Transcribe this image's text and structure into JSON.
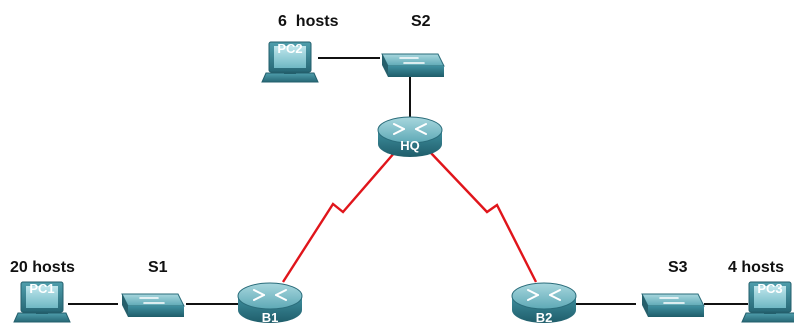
{
  "labels": {
    "pc2_hosts": "6  hosts",
    "s2": "S2",
    "pc1_hosts": "20 hosts",
    "s1": "S1",
    "s3": "S3",
    "pc3_hosts": "4 hosts"
  },
  "devices": {
    "pc1": "PC1",
    "pc2": "PC2",
    "pc3": "PC3",
    "hq": "HQ",
    "b1": "B1",
    "b2": "B2"
  },
  "colors": {
    "device_teal": "#3f8f9f",
    "device_dark": "#2a6c7a",
    "device_light": "#8fc9d3",
    "ethernet": "#111111",
    "serial": "#e0151b"
  }
}
